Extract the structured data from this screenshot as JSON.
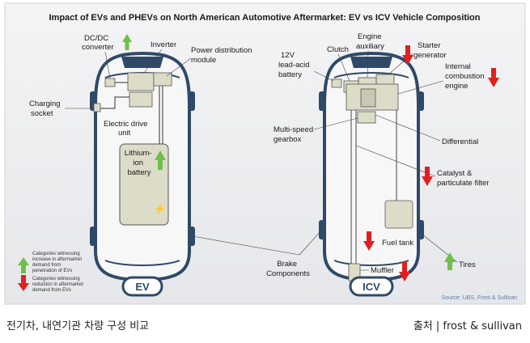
{
  "title": "Impact of EVs and PHEVs on North American Automotive Aftermarket: EV vs ICV Vehicle Composition",
  "colors": {
    "increase": "#6fbf4a",
    "decrease": "#e02020",
    "body_outline": "#2f4a68",
    "component_fill": "#dcdcc8"
  },
  "ev": {
    "badge": "EV",
    "labels": {
      "dcdc": [
        "DC/DC",
        "converter"
      ],
      "inverter": "Inverter",
      "pdm": [
        "Power distribution",
        "module"
      ],
      "charging": [
        "Charging",
        "socket"
      ],
      "edu": [
        "Electric drive",
        "unit"
      ],
      "battery": [
        "Lithium-",
        "ion",
        "battery"
      ]
    }
  },
  "icv": {
    "badge": "ICV",
    "labels": {
      "lead_acid": [
        "12V",
        "lead-acid",
        "battery"
      ],
      "clutch": "Clutch",
      "engine_aux": [
        "Engine",
        "auxiliary"
      ],
      "starter": [
        "Starter",
        "generator"
      ],
      "ice": [
        "Internal",
        "combustion",
        "engine"
      ],
      "gearbox": [
        "Multi-speed",
        "gearbox"
      ],
      "differential": "Differential",
      "catalyst": [
        "Catalyst &",
        "particulate filter"
      ],
      "fuel_tank": "Fuel tank",
      "brake": [
        "Brake",
        "Components"
      ],
      "muffler": "Muffler",
      "tires": "Tires"
    }
  },
  "legend": {
    "increase": [
      "Categories witnessing",
      "increase in aftermarket",
      "demand from",
      "penetration of EVs"
    ],
    "decrease": [
      "Categories witnessing",
      "reduction in aftermarket",
      "demand from EVs"
    ]
  },
  "source": "Source: UBS, Frost & Sullivan",
  "caption_left": "전기차, 내연기관 차량 구성 비교",
  "caption_right": "출처 | frost & sullivan"
}
